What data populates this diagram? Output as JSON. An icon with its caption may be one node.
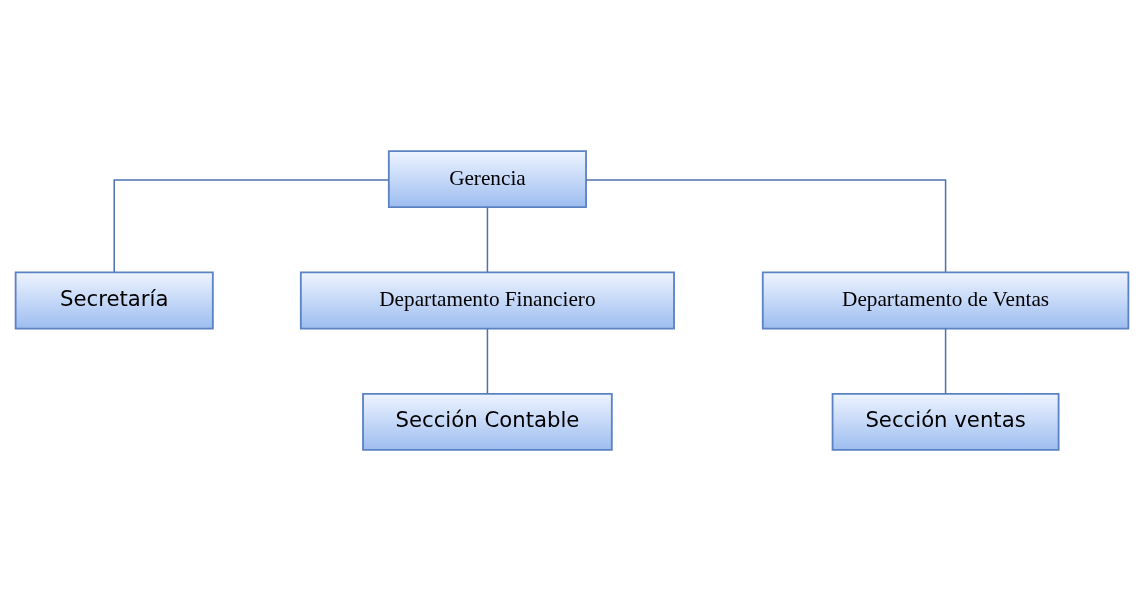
{
  "diagram": {
    "nodes": [
      {
        "text": [
          "Gerencia"
        ]
      },
      {
        "text": [
          "Secretaría"
        ]
      },
      {
        "text": [
          "Departamento Financiero"
        ]
      },
      {
        "text": [
          "Departamento de Ventas"
        ]
      },
      {
        "text": [
          "Sección Contable"
        ]
      },
      {
        "text": [
          "Sección ventas"
        ]
      }
    ],
    "edges": [
      {
        "from": 0,
        "to": 1,
        "arrow": "none"
      },
      {
        "from": 0,
        "to": 2,
        "arrow": "none"
      },
      {
        "from": 0,
        "to": 3,
        "arrow": "none"
      },
      {
        "from": 2,
        "to": 4,
        "arrow": "none"
      },
      {
        "from": 3,
        "to": 5,
        "arrow": "none"
      }
    ]
  }
}
